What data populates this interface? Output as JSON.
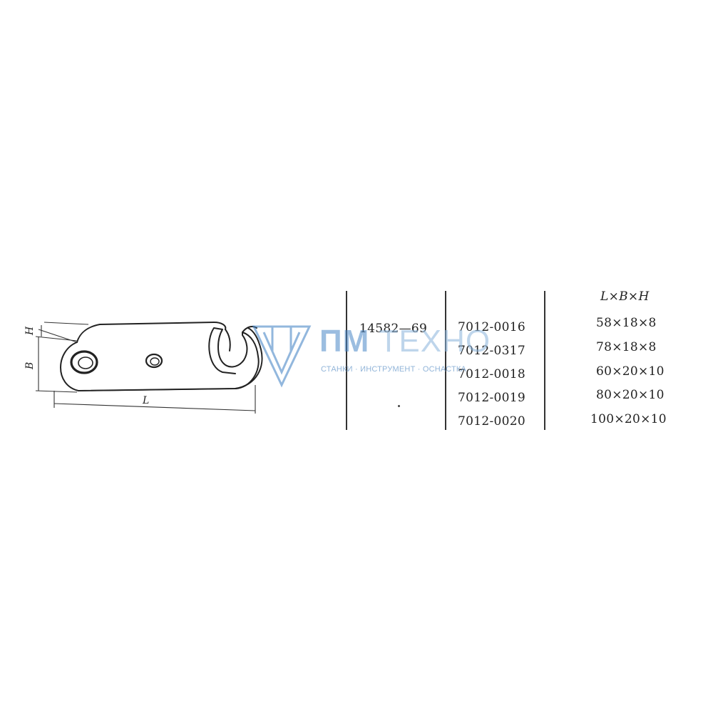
{
  "drawing": {
    "dim_h": "H",
    "dim_b": "B",
    "dim_l": "L"
  },
  "table": {
    "standard": "14582—69",
    "header": "L×B×H",
    "rows": [
      {
        "code": "7012-0016",
        "size": "58×18×8"
      },
      {
        "code": "7012-0317",
        "size": "78×18×8"
      },
      {
        "code": "7012-0018",
        "size": "60×20×10"
      },
      {
        "code": "7012-0019",
        "size": "80×20×10"
      },
      {
        "code": "7012-0020",
        "size": "100×20×10"
      }
    ]
  },
  "watermark": {
    "title_left": "ПМ",
    "title_right": "ТЕХНО",
    "subtitle": "СТАНКИ · ИНСТРУМЕНТ · ОСНАСТКА",
    "color": "#4a88c8"
  }
}
